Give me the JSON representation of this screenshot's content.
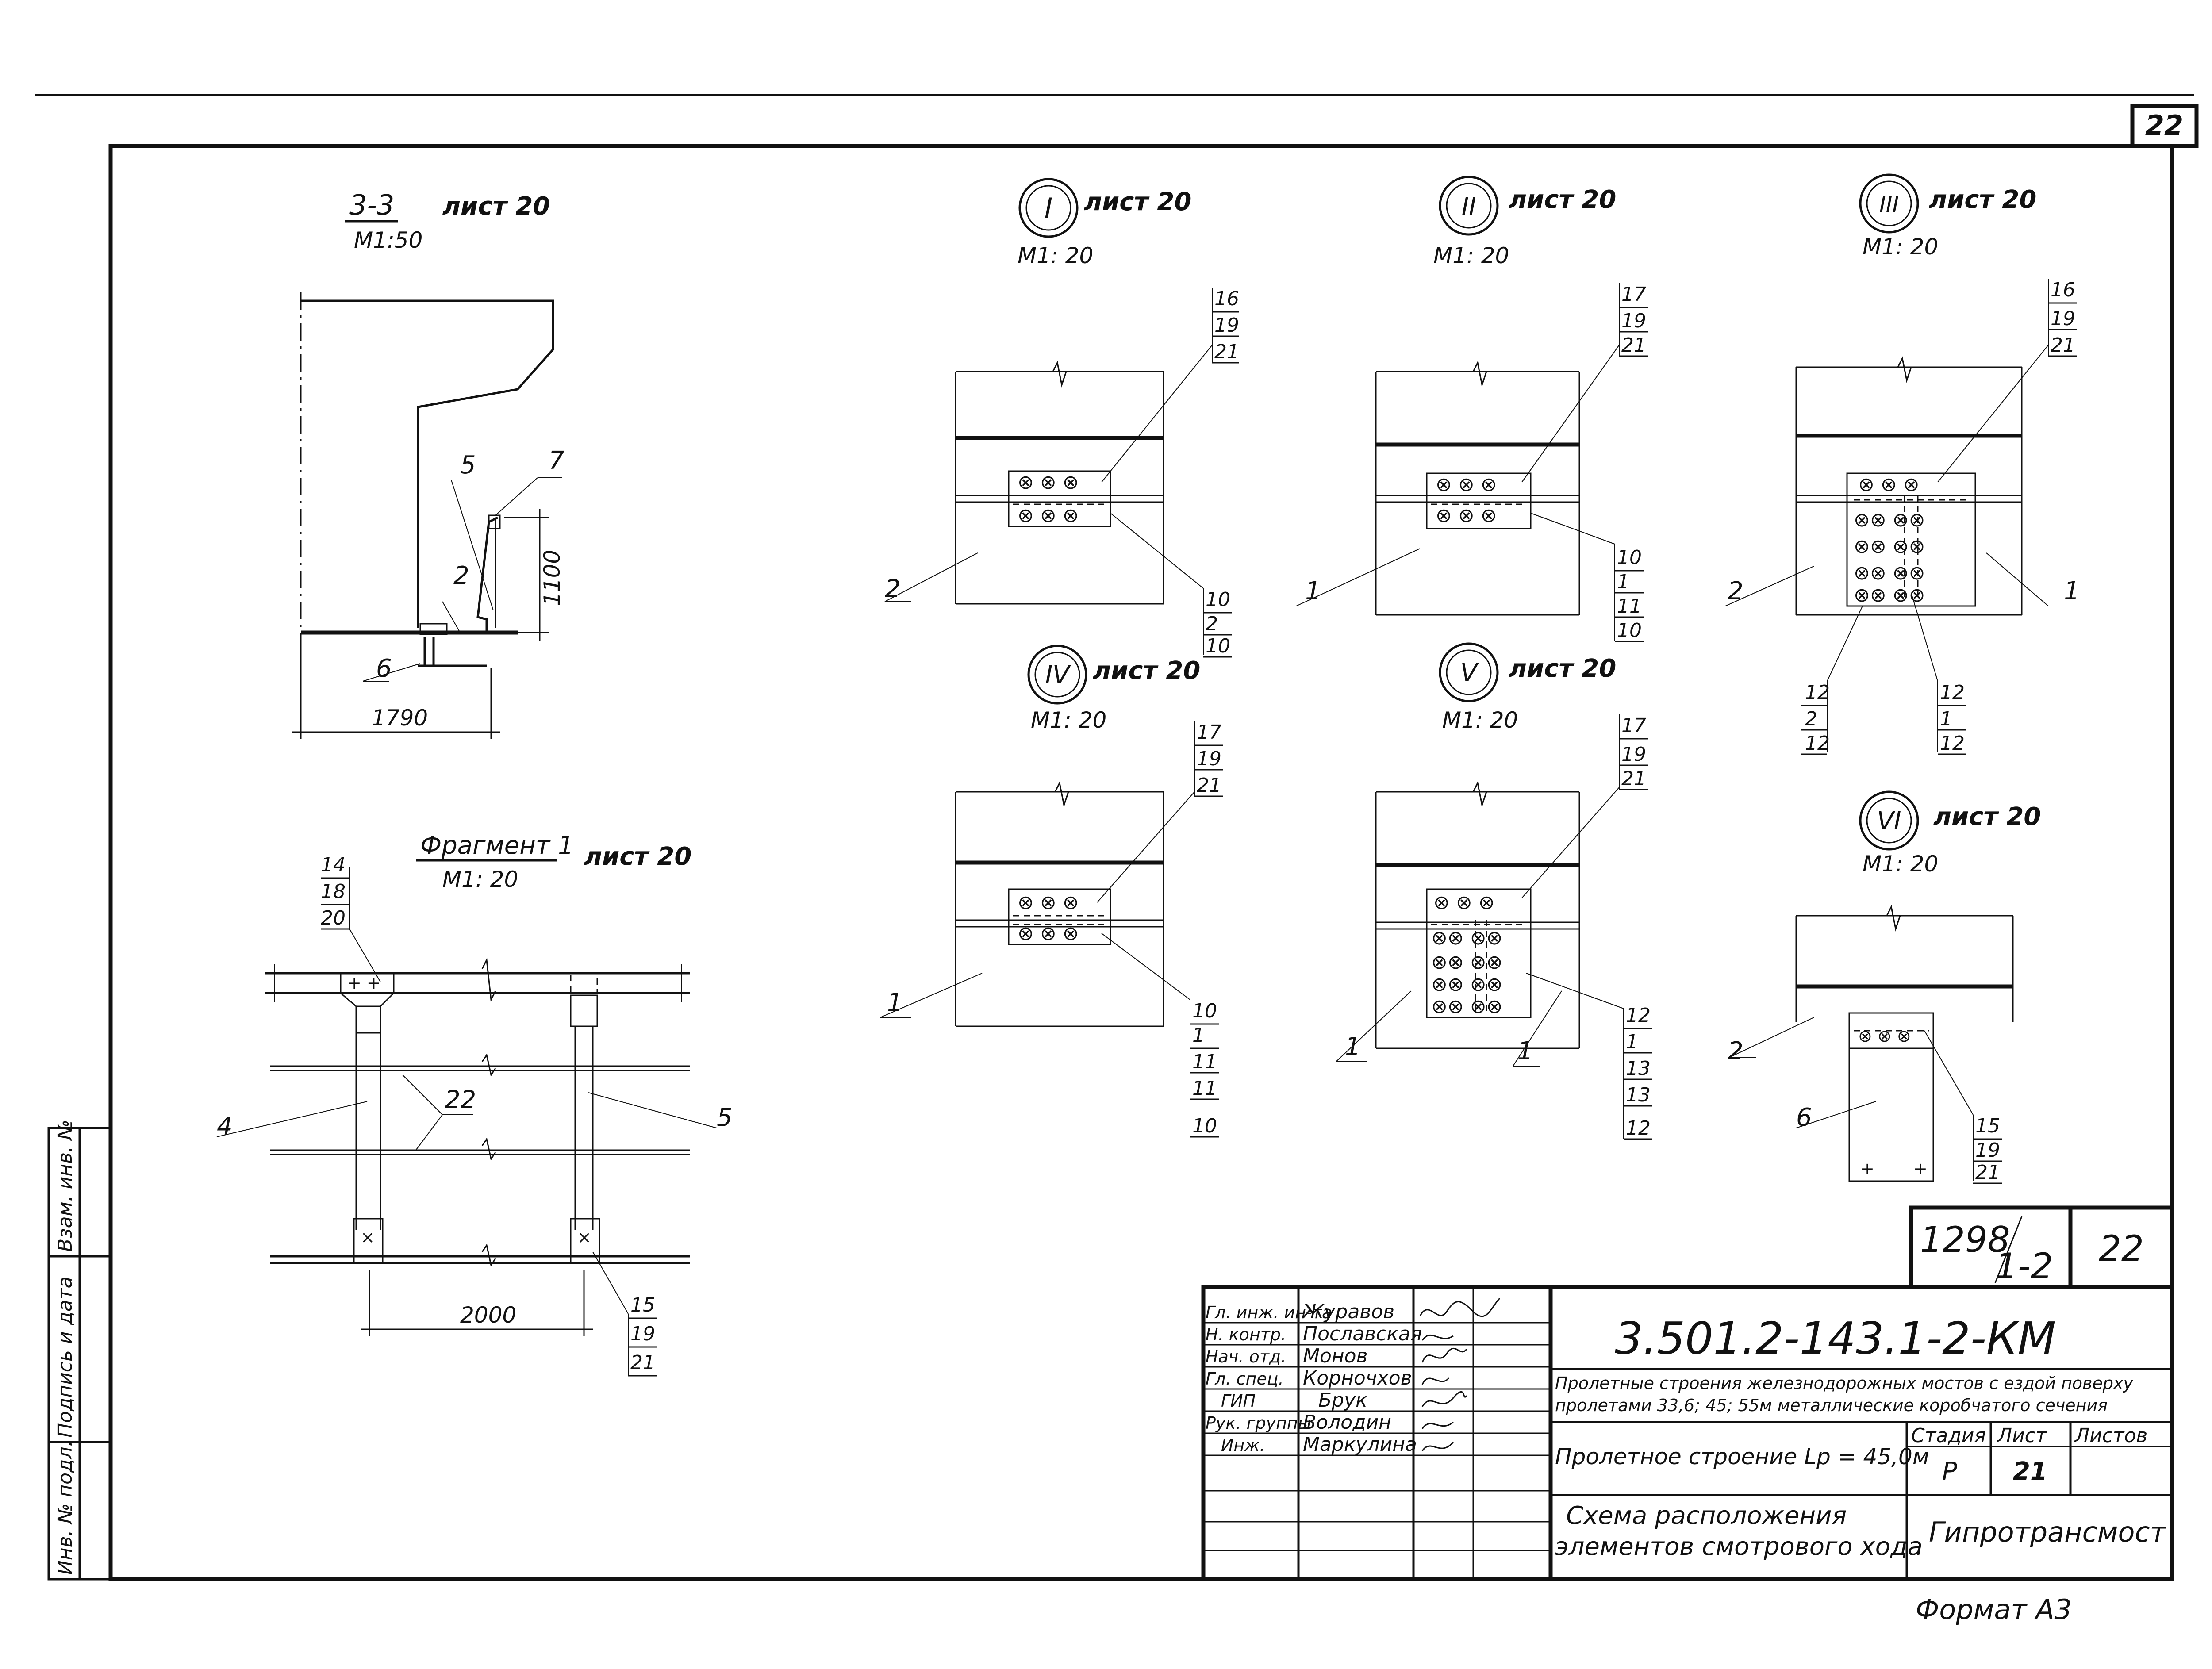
{
  "sheet": {
    "corner_number": "22",
    "format": "Формат А3",
    "side_stamp": [
      "Инв. № подл.",
      "Подпись и дата",
      "Взам. инв. №"
    ]
  },
  "views": {
    "section33": {
      "title": "3-3",
      "ref": "лист 20",
      "scale": "М1:50",
      "labels": [
        "5",
        "7",
        "2",
        "6"
      ],
      "dims": [
        "1100",
        "1790"
      ]
    },
    "fragment1": {
      "title": "Фрагмент 1",
      "ref": "лист 20",
      "scale": "М1: 20",
      "top_stack": [
        "14",
        "18",
        "20"
      ],
      "bottom_stack": [
        "15",
        "19",
        "21"
      ],
      "labels": [
        "4",
        "22",
        "5"
      ],
      "dim": "2000"
    },
    "nodeI": {
      "numeral": "I",
      "ref": "лист 20",
      "scale": "М1: 20",
      "stack_top": [
        "16",
        "19",
        "21"
      ],
      "stack_bottom": [
        "10",
        "2",
        "10"
      ],
      "label": "2"
    },
    "nodeII": {
      "numeral": "II",
      "ref": "лист 20",
      "scale": "М1: 20",
      "stack_top": [
        "17",
        "19",
        "21"
      ],
      "stack_bottom": [
        "10",
        "1",
        "11",
        "10"
      ],
      "label": "1"
    },
    "nodeIII": {
      "numeral": "III",
      "ref": "лист 20",
      "scale": "М1: 20",
      "stack_top": [
        "16",
        "19",
        "21"
      ],
      "stack_left": [
        "12",
        "2",
        "12"
      ],
      "stack_right": [
        "12",
        "1",
        "12"
      ],
      "labels": [
        "2",
        "1"
      ]
    },
    "nodeIV": {
      "numeral": "IV",
      "ref": "лист 20",
      "scale": "М1: 20",
      "stack_top": [
        "17",
        "19",
        "21"
      ],
      "stack_bottom": [
        "10",
        "1",
        "11",
        "11",
        "10"
      ],
      "label": "1"
    },
    "nodeV": {
      "numeral": "V",
      "ref": "лист 20",
      "scale": "М1: 20",
      "stack_top": [
        "17",
        "19",
        "21"
      ],
      "stack_bottom": [
        "12",
        "1",
        "13",
        "13",
        "12"
      ],
      "labels": [
        "1",
        "1"
      ]
    },
    "nodeVI": {
      "numeral": "VI",
      "ref": "лист 20",
      "scale": "М1: 20",
      "stack_bottom": [
        "15",
        "19",
        "21"
      ],
      "labels": [
        "2",
        "6"
      ]
    }
  },
  "title_block": {
    "album": "1298",
    "album_sub": "1-2",
    "album_sheet": "22",
    "designation": "3.501.2-143.1-2-КМ",
    "description_line1": "Пролетные строения железнодорожных мостов с ездой поверху",
    "description_line2": "пролетами 33,6; 45; 55м металлические коробчатого сечения",
    "part_title": "Пролетное строение Lр = 45,0м",
    "drawing_title_line1": "Схема расположения",
    "drawing_title_line2": "элементов смотрового хода",
    "stage_label": "Стадия",
    "sheet_label": "Лист",
    "sheets_label": "Листов",
    "stage": "Р",
    "sheet": "21",
    "sheets": "",
    "organization": "Гипротрансмост",
    "staff": [
      {
        "role": "Гл. инж. ин-та",
        "name": "Журавов"
      },
      {
        "role": "Н. контр.",
        "name": "Пославская"
      },
      {
        "role": "Нач. отд.",
        "name": "Монов"
      },
      {
        "role": "Гл. спец.",
        "name": "Корночхов"
      },
      {
        "role": "ГИП",
        "name": "Брук"
      },
      {
        "role": "Рук. группы",
        "name": "Володин"
      },
      {
        "role": "Инж.",
        "name": "Маркулина"
      }
    ]
  }
}
